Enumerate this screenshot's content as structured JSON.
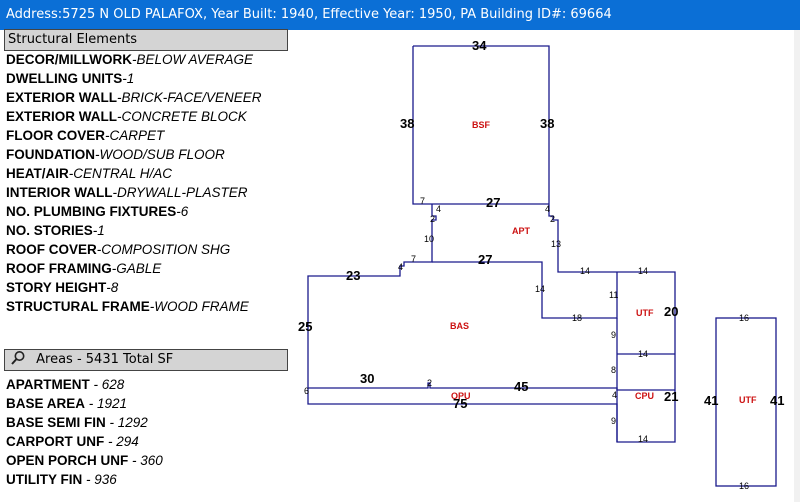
{
  "header": {
    "title": "Address:5725 N OLD PALAFOX, Year Built: 1940, Effective Year: 1950, PA Building ID#: 69664"
  },
  "structural": {
    "heading": "Structural Elements",
    "items": [
      {
        "label": "DECOR/MILLWORK",
        "value": "-BELOW AVERAGE"
      },
      {
        "label": "DWELLING UNITS",
        "value": "-1"
      },
      {
        "label": "EXTERIOR WALL",
        "value": "-BRICK-FACE/VENEER"
      },
      {
        "label": "EXTERIOR WALL",
        "value": "-CONCRETE BLOCK"
      },
      {
        "label": "FLOOR COVER",
        "value": "-CARPET"
      },
      {
        "label": "FOUNDATION",
        "value": "-WOOD/SUB FLOOR"
      },
      {
        "label": "HEAT/AIR",
        "value": "-CENTRAL H/AC"
      },
      {
        "label": "INTERIOR WALL",
        "value": "-DRYWALL-PLASTER"
      },
      {
        "label": "NO. PLUMBING FIXTURES",
        "value": "-6"
      },
      {
        "label": "NO. STORIES",
        "value": "-1"
      },
      {
        "label": "ROOF COVER",
        "value": "-COMPOSITION SHG"
      },
      {
        "label": "ROOF FRAMING",
        "value": "-GABLE"
      },
      {
        "label": "STORY HEIGHT",
        "value": "-8"
      },
      {
        "label": "STRUCTURAL FRAME",
        "value": "-WOOD FRAME"
      }
    ]
  },
  "areas": {
    "heading": "Areas - 5431 Total SF",
    "items": [
      {
        "label": "APARTMENT",
        "value": " - 628"
      },
      {
        "label": "BASE AREA",
        "value": " - 1921"
      },
      {
        "label": "BASE SEMI FIN",
        "value": " - 1292"
      },
      {
        "label": "CARPORT UNF",
        "value": " - 294"
      },
      {
        "label": "OPEN PORCH UNF",
        "value": " - 360"
      },
      {
        "label": "UTILITY FIN",
        "value": " - 936"
      }
    ]
  },
  "sketch": {
    "area_labels": {
      "bsf": "BSF",
      "apt": "APT",
      "bas": "BAS",
      "utf1": "UTF",
      "cpu": "CPU",
      "opu": "OPU",
      "utf2": "UTF"
    },
    "dims": {
      "d34": "34",
      "d38l": "38",
      "d38r": "38",
      "d27a": "27",
      "d7a": "7",
      "d4a": "4",
      "d2a": "2",
      "d4b": "4",
      "d2b": "2",
      "d10": "10",
      "d13": "13",
      "d7b": "7",
      "d4c": "4",
      "d23": "23",
      "d27b": "27",
      "d14a": "14",
      "d14b": "14",
      "d14c": "14",
      "d11": "11",
      "d18": "18",
      "d9a": "9",
      "d20": "20",
      "d25": "25",
      "d14d": "14",
      "d8": "8",
      "d30": "30",
      "d2c": "2",
      "d45": "45",
      "d6": "6",
      "d4d": "4",
      "d75": "75",
      "d21": "21",
      "d9b": "9",
      "d14e": "14",
      "d16a": "16",
      "d41l": "41",
      "d41r": "41",
      "d16b": "16"
    }
  }
}
